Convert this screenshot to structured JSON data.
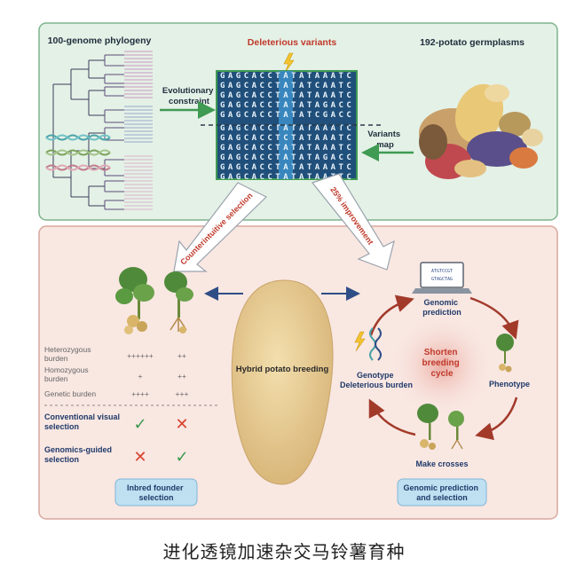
{
  "top_panel": {
    "phylogeny_title": "100-genome phylogeny",
    "variants_title": "Deleterious variants",
    "germplasm_title": "192-potato germplasms",
    "evolutionary_constraint": [
      "Evolutionary",
      "constraint"
    ],
    "variants_map": [
      "Variants",
      "map"
    ],
    "alignment_rows": [
      "GAGCACCTATATAAATC",
      "GAGCACCTATATCAATC",
      "GAGCACCTATATAAATC",
      "GAGCACCTATATAGACC",
      "GAGCACCTATATCGACC",
      "GAGCACCTATATAAATC",
      "GAGCACCTCTATAAATC",
      "GAGCACCTATATAAATC",
      "GAGCACCTATATAGACC",
      "GAGCACCTATATAAATC",
      "GAGCACCTATATAATTC"
    ]
  },
  "arrows": {
    "left_label": "Counterintuitive selection",
    "right_label": "25% improvement"
  },
  "bottom_panel": {
    "center_label": "Hybrid potato breeding",
    "burden_table": [
      {
        "label": [
          "Heterozygous",
          "burden"
        ],
        "col1": "++++++",
        "col2": "++"
      },
      {
        "label": [
          "Homozygous",
          "burden"
        ],
        "col1": "+",
        "col2": "++"
      },
      {
        "label": [
          "Genetic burden"
        ],
        "col1": "++++",
        "col2": "+++"
      }
    ],
    "selection_rows": [
      {
        "label": [
          "Conventional visual",
          "selection"
        ],
        "col1": "✓",
        "col2": "✕"
      },
      {
        "label": [
          "Genomics-guided",
          "selection"
        ],
        "col1": "✕",
        "col2": "✓"
      }
    ],
    "left_box": [
      "Inbred founder",
      "selection"
    ],
    "right_box": [
      "Genomic prediction",
      "and selection"
    ],
    "cycle_center": [
      "Shorten",
      "breeding",
      "cycle"
    ],
    "cycle_nodes": {
      "genomic_prediction": [
        "Genomic",
        "prediction"
      ],
      "phenotype": "Phenotype",
      "make_crosses": "Make crosses",
      "genotype": [
        "Genotype",
        "Deleterious burden"
      ]
    },
    "laptop_screen_text": [
      "ATGTCCGT",
      "GTAGCTAG"
    ]
  },
  "caption": "进化透镜加速杂交马铃薯育种",
  "colors": {
    "top_bg": "#e4f1e6",
    "top_border": "#7fb38d",
    "bottom_bg": "#f9e7e2",
    "bottom_border": "#d8a79d",
    "red_title": "#c0392b",
    "green_check": "#3a9a4c",
    "red_cross": "#d9432f",
    "arrow_blue": "#2f4e86",
    "cycle_arrow": "#a23a2a"
  }
}
